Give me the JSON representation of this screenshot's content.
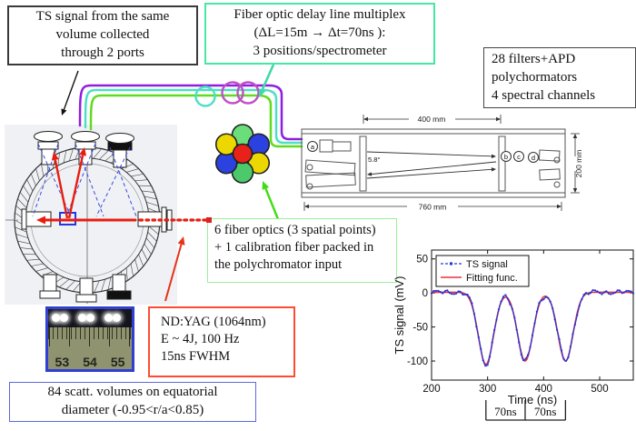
{
  "boxes": {
    "ts_ports": {
      "lines": [
        "TS signal from the same",
        "volume collected",
        "through 2 ports"
      ],
      "border_color": "#3a3a3a"
    },
    "delay": {
      "lines": [
        "Fiber optic delay line multiplex",
        "(ΔL=15m → Δt=70ns ):",
        "3 positions/spectrometer"
      ],
      "border_color": "#45e8a2"
    },
    "filters": {
      "lines": [
        "28 filters+APD",
        "polychormators",
        "4 spectral channels"
      ],
      "border_color": "#444444"
    },
    "fibers": {
      "lines": [
        "6 fiber optics (3 spatial points)",
        "+ 1 calibration fiber packed in",
        "the polychromator input"
      ],
      "border_color": "#9bef9b"
    },
    "laser": {
      "lines": [
        "ND:YAG (1064nm)",
        "E ~ 4J, 100 Hz",
        "15ns FWHM"
      ],
      "border_color": "#ff4b33"
    },
    "volumes": {
      "lines": [
        "84 scatt. volumes  on equatorial",
        "diameter (-0.95<r/a<0.85)"
      ],
      "border_color": "#5b6ade"
    }
  },
  "diagram": {
    "polychromator": {
      "dim_top": "400 mm",
      "dim_bottom": "760 mm",
      "dim_side": "200 mm",
      "angle": "5.8°",
      "ports": [
        "a",
        "b",
        "c",
        "d"
      ]
    },
    "fiber_bundle": {
      "colors": {
        "center": "#e8211a",
        "ring": [
          "#6ade7a",
          "#2b41e0",
          "#ecd800",
          "#4cc96a",
          "#2b41e0",
          "#ecd800"
        ]
      }
    },
    "fiber_lines": {
      "colors": [
        "#8f1fe0",
        "#4ddfc5",
        "#5fdc1f"
      ],
      "loop_colors": {
        "single": "#4ddfc5",
        "double": "#c04ec9"
      }
    },
    "beam_color": "#e81d10",
    "view_cone_color": "#3a4ae0"
  },
  "photo": {
    "ruler_numbers": [
      "53",
      "54",
      "55"
    ]
  },
  "chart_data": {
    "type": "line",
    "xlabel": "Time (ns)",
    "ylabel": "TS signal (mV)",
    "xlim": [
      200,
      560
    ],
    "ylim": [
      -128,
      63
    ],
    "xticks": [
      200,
      300,
      400,
      500
    ],
    "yticks": [
      50,
      0,
      -50,
      -100
    ],
    "grid": false,
    "legend_position": "top-left",
    "legend": [
      {
        "label": "TS signal",
        "color": "#2736d4",
        "style": "dotted-with-markers"
      },
      {
        "label": "Fitting func.",
        "color": "#e8323c",
        "style": "solid"
      }
    ],
    "series_model": {
      "baseline": 1,
      "dip_centers_ns": [
        297,
        367,
        439
      ],
      "dip_depths_mV": [
        106,
        101,
        101
      ],
      "sigma_ns": 13.5
    },
    "key_points": [
      [
        200,
        0
      ],
      [
        255,
        0
      ],
      [
        297,
        -105
      ],
      [
        332,
        -7
      ],
      [
        367,
        -100
      ],
      [
        403,
        -7
      ],
      [
        439,
        -100
      ],
      [
        480,
        2
      ],
      [
        560,
        2
      ]
    ],
    "interval_annotations": {
      "labels": [
        "70ns",
        "70ns"
      ],
      "marks_ns": [
        297,
        367,
        439
      ]
    }
  }
}
